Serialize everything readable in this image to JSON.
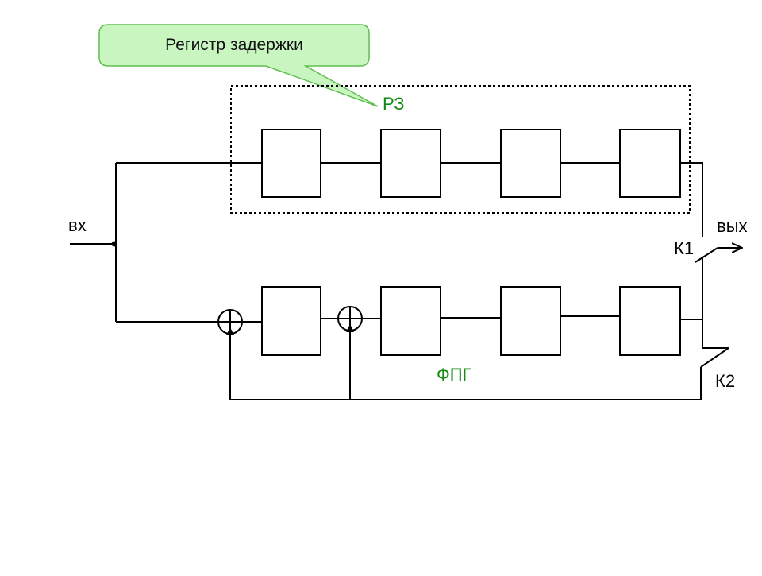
{
  "diagram": {
    "callout": {
      "text": "Регистр задержки"
    },
    "labels": {
      "input": "вх",
      "output": "вых",
      "switch1": "К1",
      "switch2": "К2",
      "delay_register": "РЗ",
      "feedback_register": "ФПГ"
    },
    "colors": {
      "line": "#000000",
      "accent_text": "#138a13",
      "callout_fill": "#c8f5c0",
      "callout_stroke": "#5fbf4f"
    }
  }
}
